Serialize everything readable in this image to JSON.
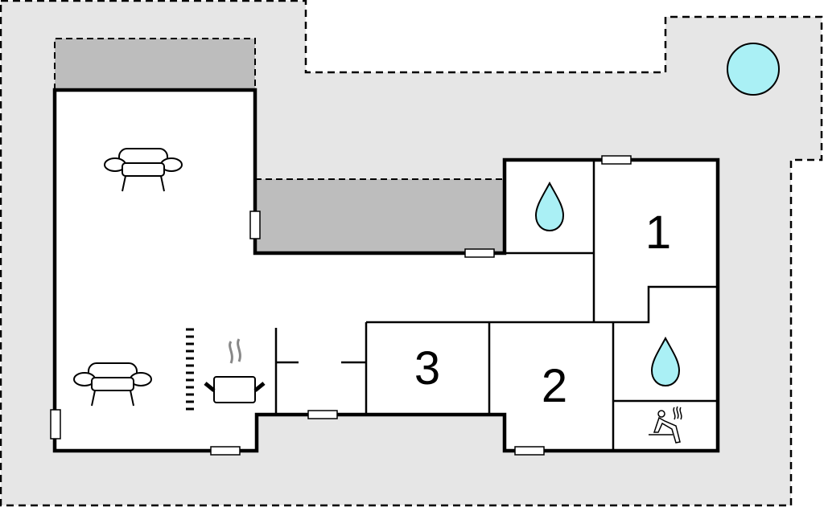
{
  "floorplan": {
    "rooms": [
      {
        "label": "1",
        "type": "bedroom"
      },
      {
        "label": "2",
        "type": "bedroom"
      },
      {
        "label": "3",
        "type": "bedroom"
      }
    ],
    "icons": [
      "sofa-icon",
      "sofa-icon",
      "cooking-pot-icon",
      "water-drop-icon",
      "water-drop-icon",
      "sauna-icon",
      "pool-icon",
      "radiator-icon"
    ]
  },
  "colors": {
    "plot_fill": "#e6e6e6",
    "terrace_fill": "#bdbdbd",
    "water": "#aaf0f5",
    "wall": "#000000"
  }
}
